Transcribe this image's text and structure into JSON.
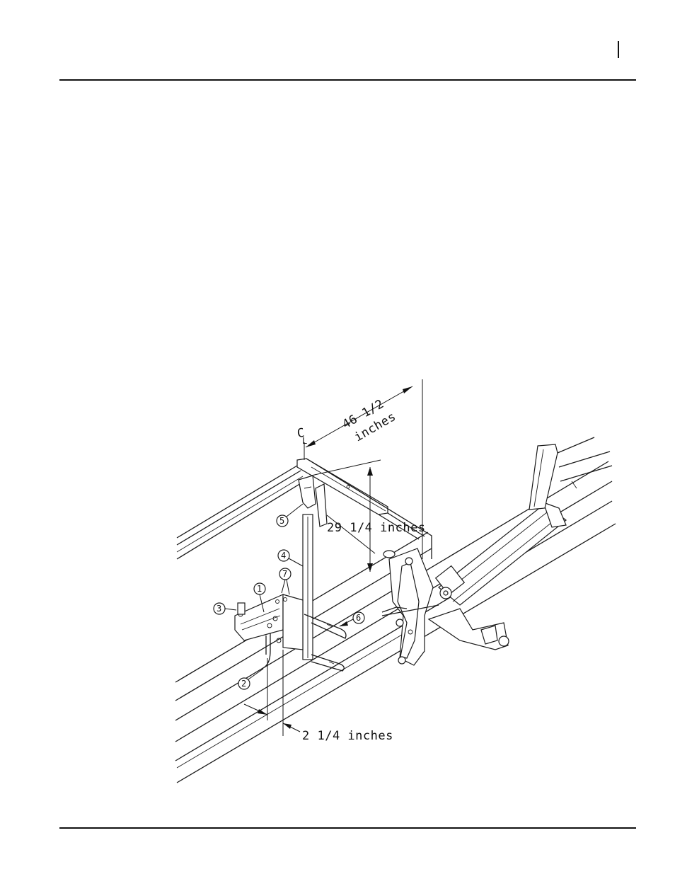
{
  "dimensions": {
    "width_label_line1": "46 1/2",
    "width_label_line2": "inches",
    "height_label": "29 1/4 inches",
    "offset_label": "2 1/4 inches",
    "centerline_symbol": "C",
    "centerline_sub": "L"
  },
  "callouts": [
    "1",
    "2",
    "3",
    "4",
    "5",
    "6",
    "7"
  ]
}
